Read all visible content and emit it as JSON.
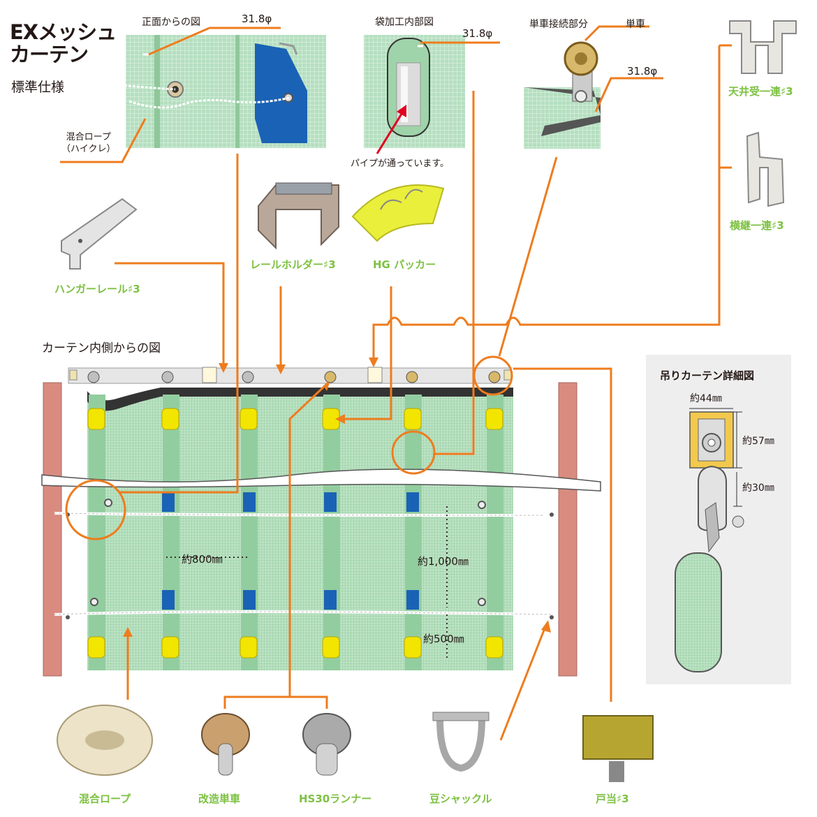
{
  "title": "EXメッシュ\nカーテン",
  "subtitle": "標準仕様",
  "callouts": {
    "front_view": "正面からの図",
    "front_diameter": "31.8φ",
    "rope_label": "混合ロープ\n（ハイクレ）",
    "bag_view": "袋加工内部図",
    "bag_diameter": "31.8φ",
    "pipe_note": "パイプが通っています。",
    "trolley_connection": "単車接続部分",
    "trolley": "単車",
    "trolley_diameter": "31.8φ",
    "inside_view": "カーテン内側からの図"
  },
  "parts": {
    "hanger_rail": "ハンガーレール♯3",
    "rail_holder": "レールホルダー♯3",
    "hg_packer": "HG パッカー",
    "ceiling_bracket": "天井受一連♯3",
    "side_joint": "横継一連♯3",
    "mixed_rope": "混合ロープ",
    "modified_trolley": "改造単車",
    "hs30_runner": "HS30ランナー",
    "bean_shackle": "豆シャックル",
    "door_stop": "戸当♯3"
  },
  "dimensions": {
    "spacing_800": "約800㎜",
    "spacing_1000": "約1,000㎜",
    "spacing_500": "約500㎜"
  },
  "detail": {
    "title": "吊りカーテン詳細図",
    "width_44": "約44㎜",
    "height_57": "約57㎜",
    "height_30": "約30㎜"
  },
  "colors": {
    "leader_orange": "#ee7c1e",
    "label_green": "#7dc142",
    "mesh_green": "#a8d8b0",
    "post_red": "#d98b7f",
    "packer_yellow": "#f2e500",
    "bag_blue": "#1a62b5"
  }
}
